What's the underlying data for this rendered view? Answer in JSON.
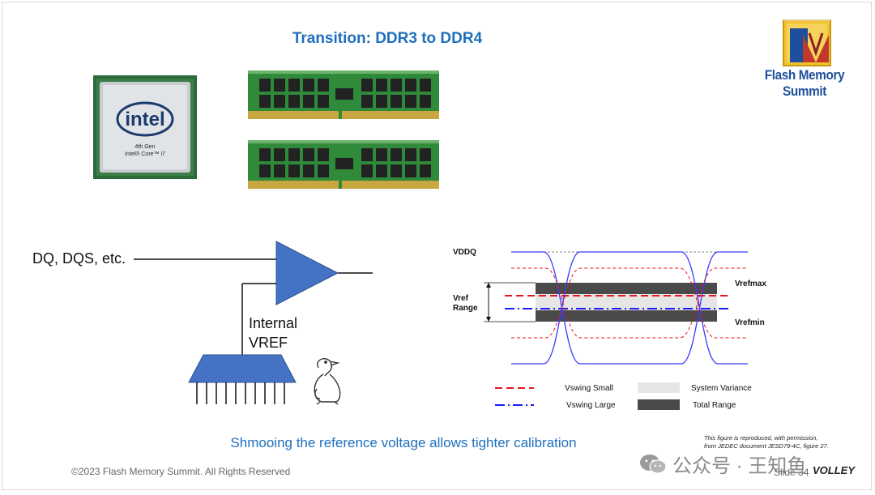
{
  "slide": {
    "title": "Transition: DDR3 to DDR4",
    "caption": "Shmooing the reference voltage allows tighter calibration",
    "footer": "©2023 Flash Memory Summit. All Rights Reserved",
    "slide_number": "Slide 34"
  },
  "logo": {
    "text": "Flash Memory Summit"
  },
  "cpu": {
    "brand": "intel",
    "line1": "4th Gen",
    "line2": "Intel® Core™ i7"
  },
  "circuit": {
    "input_label": "DQ, DQS, etc.",
    "vref_line1": "Internal",
    "vref_line2": "VREF"
  },
  "diagram": {
    "vddq": "VDDQ",
    "vref_range_line1": "Vref",
    "vref_range_line2": "Range",
    "vrefmax": "Vrefmax",
    "vrefmin": "Vrefmin",
    "legend": {
      "vswing_small": "Vswing Small",
      "vswing_large": "Vswing Large",
      "system_variance": "System Variance",
      "total_range": "Total Range"
    },
    "colors": {
      "small": "#e8161c",
      "large": "#1a1aff",
      "variance": "#e6e6e6",
      "total": "#4a4a4a"
    }
  },
  "credit": {
    "line1": "This figure is reproduced, with permission,",
    "line2": "from JEDEC document JESD79-4C, figure 27."
  },
  "watermark": {
    "text": "公众号 · 王知鱼",
    "brand": "VOLLEY"
  }
}
